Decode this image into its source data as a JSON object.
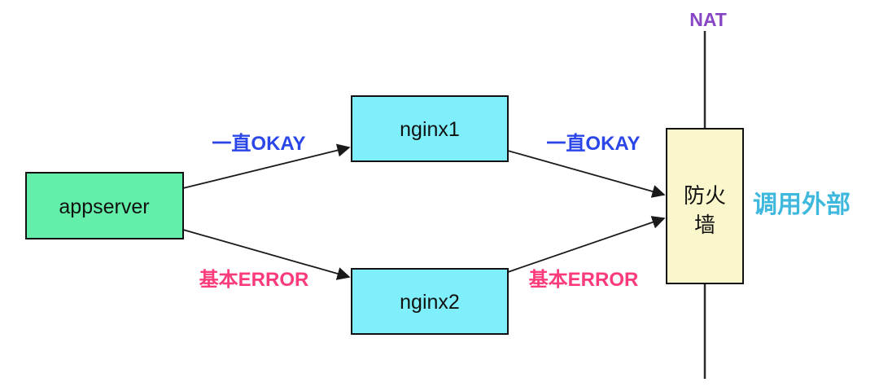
{
  "diagram": {
    "background": "#ffffff",
    "nodes": {
      "appserver": {
        "label": "appserver",
        "fill": "#63efa9"
      },
      "nginx1": {
        "label": "nginx1",
        "fill": "#7eeffb"
      },
      "nginx2": {
        "label": "nginx2",
        "fill": "#7eeffb"
      },
      "firewall": {
        "lines": [
          "防火",
          "墙"
        ],
        "fill": "#fbf7cd"
      }
    },
    "edges": [
      {
        "from": "appserver",
        "to": "nginx1",
        "label": "一直OKAY",
        "label_color": "#2a46e8"
      },
      {
        "from": "appserver",
        "to": "nginx2",
        "label": "基本ERROR",
        "label_color": "#fb3b7a"
      },
      {
        "from": "nginx1",
        "to": "firewall",
        "label": "一直OKAY",
        "label_color": "#2a46e8"
      },
      {
        "from": "nginx2",
        "to": "firewall",
        "label": "基本ERROR",
        "label_color": "#fb3b7a"
      }
    ],
    "annotations": {
      "nat": {
        "label": "NAT",
        "color": "#8746c6"
      },
      "external": {
        "label": "调用外部",
        "color": "#3eb8dd"
      }
    }
  }
}
